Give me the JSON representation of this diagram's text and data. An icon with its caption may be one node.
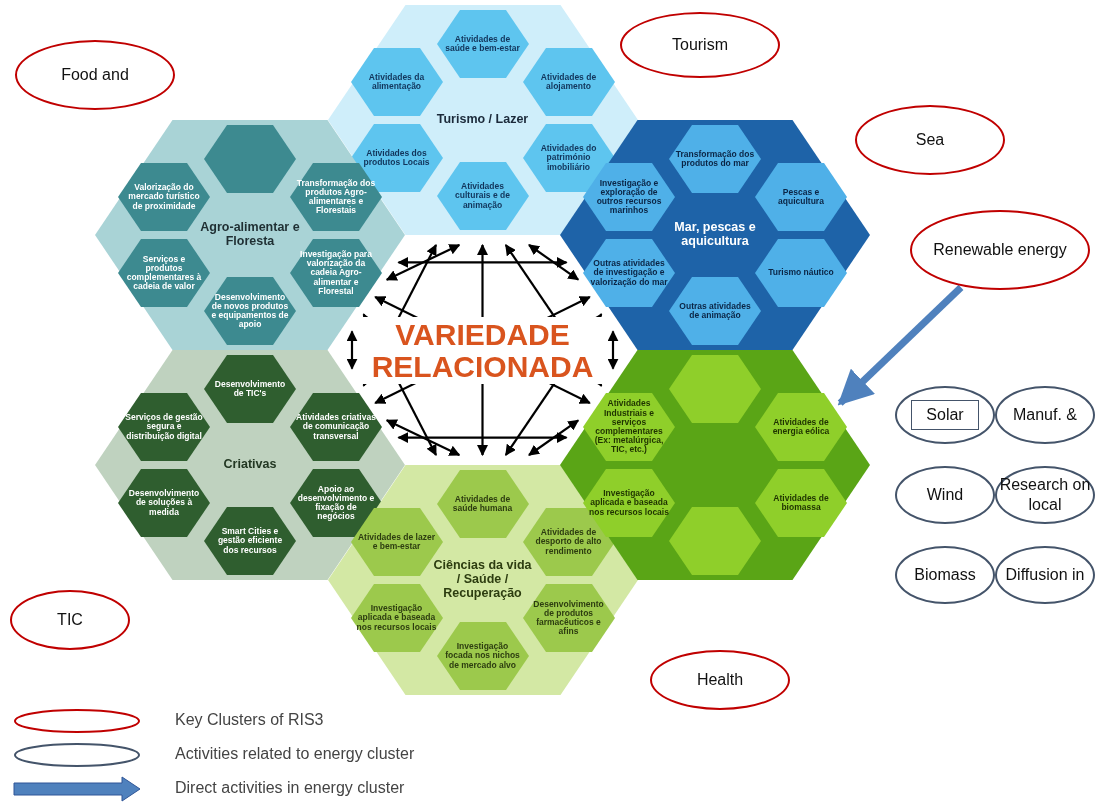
{
  "diagram": {
    "nodes": [
      {
        "text": [
          "Turismo / Lazer"
        ]
      },
      {
        "text": [
          "Atividades de saúde e bem-estar"
        ],
        "in": 0
      },
      {
        "text": [
          "Atividades da alimentação"
        ],
        "in": 0
      },
      {
        "text": [
          "Atividades de alojamento"
        ],
        "in": 0
      },
      {
        "text": [
          "Atividades dos produtos Locais"
        ],
        "in": 0
      },
      {
        "text": [
          "Atividades do património imobiliário"
        ],
        "in": 0
      },
      {
        "text": [
          "Atividades culturais e de animação"
        ],
        "in": 0
      },
      {
        "text": [
          "Agro-alimentar e Floresta"
        ]
      },
      {
        "text": [],
        "shape": "hexagon",
        "in": 7
      },
      {
        "text": [
          "Valorização do mercado turístico de proximidade"
        ],
        "in": 7
      },
      {
        "text": [
          "Transformação dos produtos Agro-alimentares e Florestais"
        ],
        "in": 7
      },
      {
        "text": [
          "Serviços e produtos complementares à cadeia de valor"
        ],
        "in": 7
      },
      {
        "text": [
          "Investigação para valorização da cadeia Agro-alimentar e Florestal"
        ],
        "in": 7
      },
      {
        "text": [
          "Desenvolvimento de novos produtos e equipamentos de apoio"
        ],
        "in": 7
      },
      {
        "text": [
          "Mar, pescas e aquicultura"
        ]
      },
      {
        "text": [
          "Transformação dos produtos do mar"
        ],
        "in": 14
      },
      {
        "text": [
          "Investigação e exploração de outros recursos marinhos"
        ],
        "in": 14
      },
      {
        "text": [
          "Pescas e aquicultura"
        ],
        "in": 14
      },
      {
        "text": [
          "Outras atividades de investigação e valorização do mar"
        ],
        "in": 14
      },
      {
        "text": [
          "Turismo náutico"
        ],
        "in": 14
      },
      {
        "text": [
          "Outras atividades de animação"
        ],
        "in": 14
      },
      {
        "text": [
          "Criativas"
        ]
      },
      {
        "text": [
          "Desenvolvimento de TIC's"
        ],
        "in": 21
      },
      {
        "text": [
          "Serviços de gestão segura e distribuição digital"
        ],
        "in": 21
      },
      {
        "text": [
          "Atividades criativas de comunicação transversal"
        ],
        "in": 21
      },
      {
        "text": [
          "Desenvolvimento de soluções à medida"
        ],
        "in": 21
      },
      {
        "text": [
          "Apoio ao desenvolvimento e fixação de negócios"
        ],
        "in": 21
      },
      {
        "text": [
          "Smart Cities e gestão eficiente dos recursos"
        ],
        "in": 21
      },
      {
        "text": [
          "Ciências da vida / Saúde / Recuperação"
        ]
      },
      {
        "text": [
          "Atividades de saúde humana"
        ],
        "in": 28
      },
      {
        "text": [
          "Atividades de lazer e bem-estar"
        ],
        "in": 28
      },
      {
        "text": [
          "Atividades de desporto de alto rendimento"
        ],
        "in": 28
      },
      {
        "text": [
          "Investigação aplicada e baseada nos recursos locais"
        ],
        "in": 28
      },
      {
        "text": [
          "Desenvolvimento de produtos farmacêuticos e afins"
        ],
        "in": 28
      },
      {
        "text": [
          "Investigação focada nos nichos de mercado alvo"
        ],
        "in": 28
      },
      {
        "text": [],
        "shape": "hexagon"
      },
      {
        "text": [],
        "shape": "hexagon",
        "in": 35
      },
      {
        "text": [
          "Atividades Industriais e serviços complementares (Ex: metalúrgica, TIC, etc.)"
        ],
        "in": 35
      },
      {
        "text": [
          "Atividades de energia eólica"
        ],
        "in": 35
      },
      {
        "text": [
          "Investigação aplicada e baseada nos recursos locais"
        ],
        "in": 35
      },
      {
        "text": [
          "Atividades de biomassa"
        ],
        "in": 35
      },
      {
        "text": [],
        "shape": "hexagon",
        "in": 35
      },
      {
        "text": [
          "Tourism"
        ]
      },
      {
        "text": [
          "Food and"
        ]
      },
      {
        "text": [
          "Sea"
        ]
      },
      {
        "text": [
          "Renewable energy"
        ]
      },
      {
        "text": [
          "TIC"
        ]
      },
      {
        "text": [
          "Health"
        ]
      },
      {
        "text": [
          "Solar"
        ]
      },
      {
        "text": [
          "Manuf. &"
        ]
      },
      {
        "text": [
          "Wind"
        ]
      },
      {
        "text": [
          "Research on local"
        ]
      },
      {
        "text": [
          "Biomass"
        ]
      },
      {
        "text": [
          "Diffusion in"
        ]
      }
    ],
    "edges": [
      {
        "from": 0,
        "to": 7,
        "arrow": "both"
      },
      {
        "from": 0,
        "to": 14,
        "arrow": "both"
      },
      {
        "from": 0,
        "to": 21,
        "arrow": "both"
      },
      {
        "from": 0,
        "to": 28,
        "arrow": "both"
      },
      {
        "from": 0,
        "to": 35,
        "arrow": "both"
      },
      {
        "from": 7,
        "to": 14,
        "arrow": "both"
      },
      {
        "from": 7,
        "to": 21,
        "arrow": "both"
      },
      {
        "from": 7,
        "to": 28,
        "arrow": "both"
      },
      {
        "from": 7,
        "to": 35,
        "arrow": "both"
      },
      {
        "from": 14,
        "to": 21,
        "arrow": "both"
      },
      {
        "from": 14,
        "to": 28,
        "arrow": "both"
      },
      {
        "from": 14,
        "to": 35,
        "arrow": "both"
      },
      {
        "from": 21,
        "to": 28,
        "arrow": "both"
      },
      {
        "from": 21,
        "to": 35,
        "arrow": "both"
      },
      {
        "from": 28,
        "to": 35,
        "arrow": "both"
      },
      {
        "from": 45,
        "to": 35,
        "arrow": "to",
        "style": "thick",
        "color": "#4f81bd"
      }
    ],
    "labels": [
      "VARIEDADE RELACIONADA"
    ],
    "legend": [
      {
        "text": "Key Clusters of RIS3"
      },
      {
        "text": "Activities related to energy cluster"
      },
      {
        "text": "Direct activities in energy cluster"
      }
    ]
  }
}
